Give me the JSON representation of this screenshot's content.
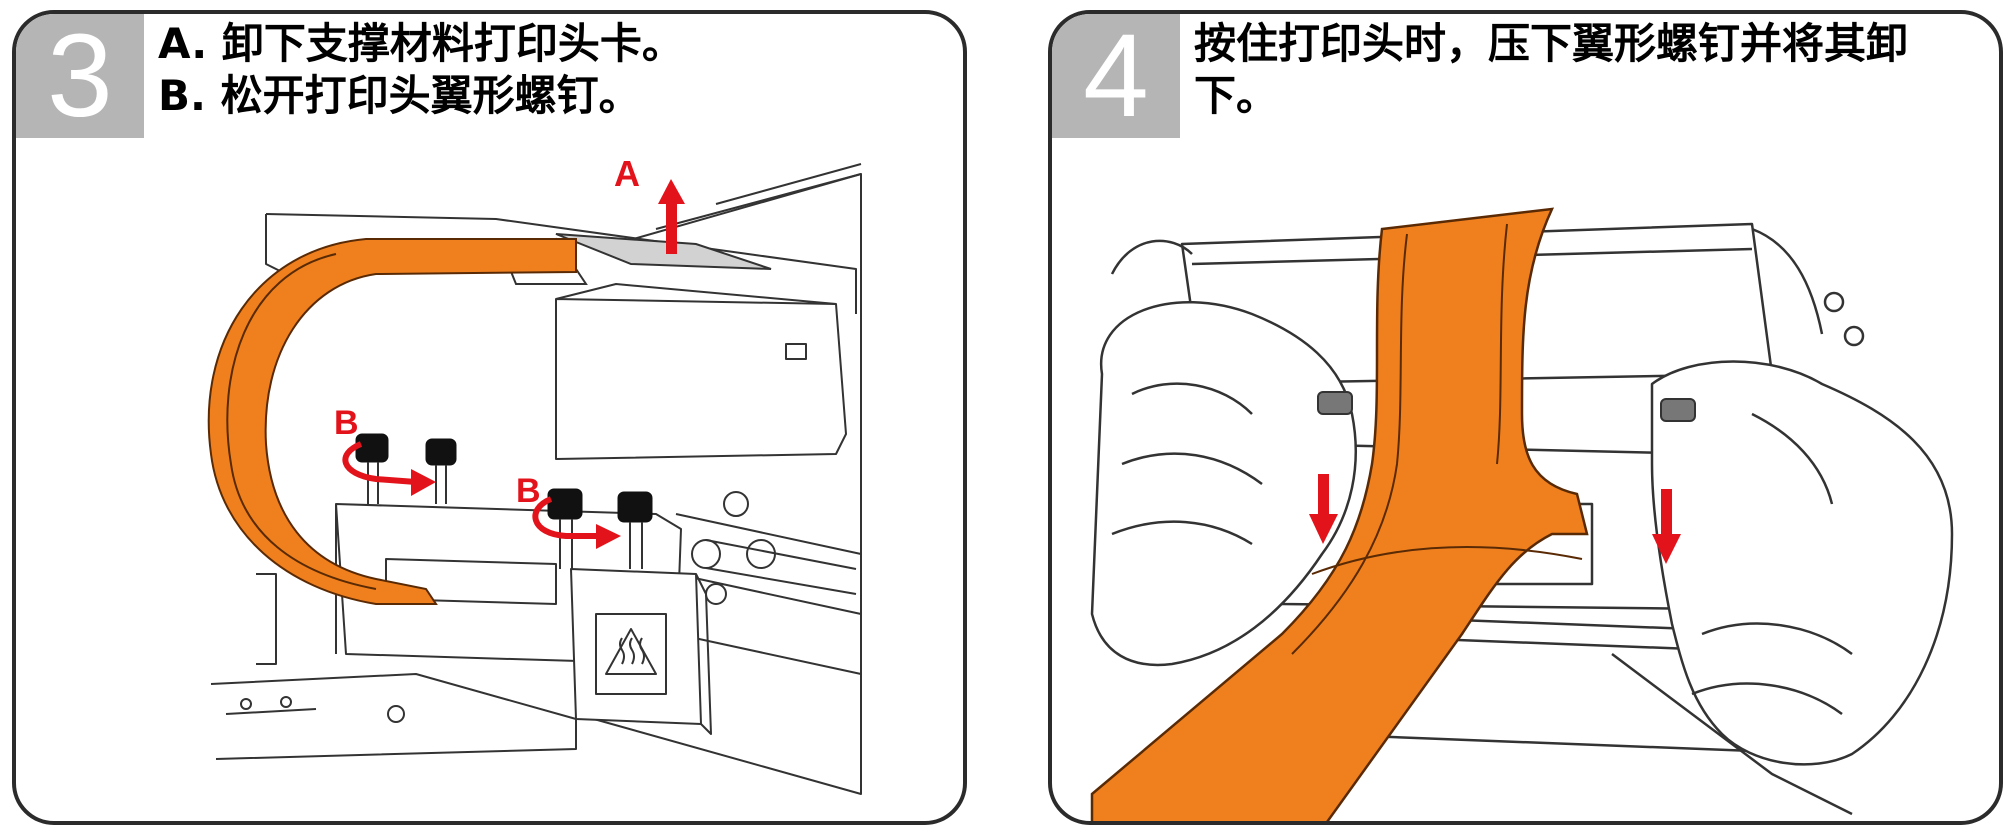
{
  "step3": {
    "number": "3",
    "line_a": "A. 卸下支撑材料打印头卡。",
    "line_b": "B. 松开打印头翼形螺钉。",
    "label_a": "A",
    "label_b1": "B",
    "label_b2": "B"
  },
  "step4": {
    "number": "4",
    "text": "按住打印头时，压下翼形螺钉并将其卸下。"
  },
  "colors": {
    "ribbon": "#f0801e",
    "arrow": "#e3131b",
    "badge": "#b5b5b5",
    "border": "#2b2b2b"
  }
}
